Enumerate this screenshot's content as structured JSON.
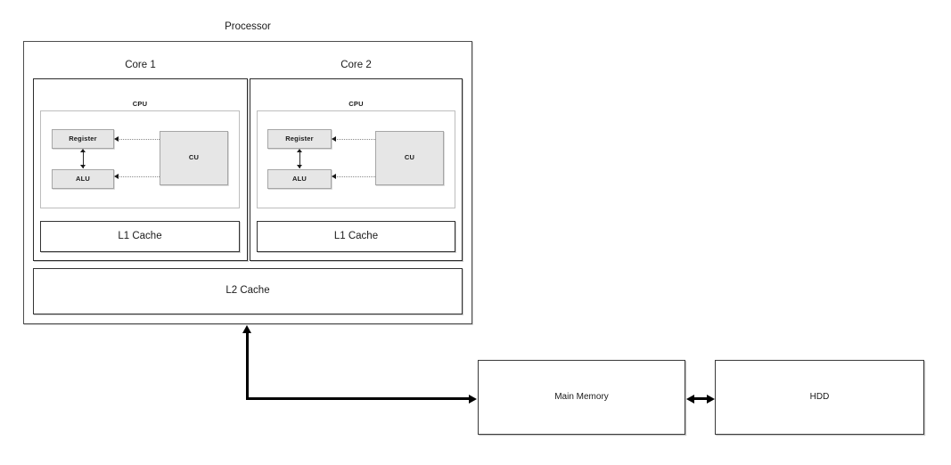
{
  "diagram": {
    "title": "Processor",
    "processor": {
      "label": "Processor",
      "cores": [
        {
          "label": "Core 1",
          "cpu": {
            "label": "CPU",
            "units": [
              {
                "name": "register",
                "label": "Register"
              },
              {
                "name": "alu",
                "label": "ALU"
              },
              {
                "name": "cu",
                "label": "CU"
              }
            ],
            "connections": [
              {
                "from": "cu",
                "to": "register",
                "style": "dotted",
                "direction": "left"
              },
              {
                "from": "cu",
                "to": "alu",
                "style": "dotted",
                "direction": "left"
              },
              {
                "from": "register",
                "to": "alu",
                "style": "solid",
                "direction": "both"
              }
            ]
          },
          "l1_cache": {
            "label": "L1 Cache"
          }
        },
        {
          "label": "Core 2",
          "cpu": {
            "label": "CPU",
            "units": [
              {
                "name": "register",
                "label": "Register"
              },
              {
                "name": "alu",
                "label": "ALU"
              },
              {
                "name": "cu",
                "label": "CU"
              }
            ],
            "connections": [
              {
                "from": "cu",
                "to": "register",
                "style": "dotted",
                "direction": "left"
              },
              {
                "from": "cu",
                "to": "alu",
                "style": "dotted",
                "direction": "left"
              },
              {
                "from": "register",
                "to": "alu",
                "style": "solid",
                "direction": "both"
              }
            ]
          },
          "l1_cache": {
            "label": "L1 Cache"
          }
        }
      ],
      "l2_cache": {
        "label": "L2 Cache"
      }
    },
    "memory": {
      "label": "Main Memory"
    },
    "storage": {
      "label": "HDD"
    },
    "buses": [
      {
        "name": "processor-memory-bus",
        "from": "Processor",
        "to": "Main Memory",
        "direction": "both",
        "style": "thick-elbow"
      },
      {
        "name": "memory-hdd-bus",
        "from": "Main Memory",
        "to": "HDD",
        "direction": "both",
        "style": "thick"
      }
    ],
    "colors": {
      "background": "#ffffff",
      "unit_fill": "#e6e6e6",
      "unit_border": "#a6a6a6",
      "box_border": "#2b2b2b",
      "cpu_border": "#bdbdbd",
      "connector": "#000000",
      "dotted_connector": "#8a8a8a",
      "text": "#1a1a1a"
    }
  }
}
